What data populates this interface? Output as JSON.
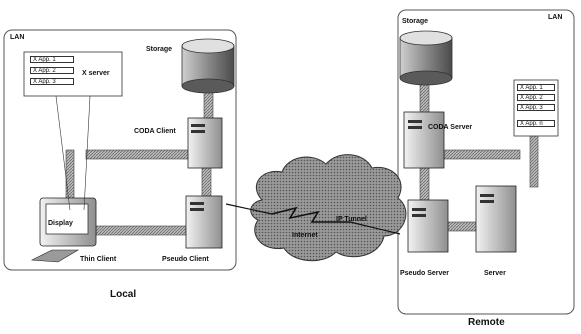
{
  "local": {
    "lan_label": "LAN",
    "caption": "Local",
    "storage_label": "Storage",
    "coda_client_label": "CODA Client",
    "x_server_label": "X server",
    "display_label": "Display",
    "thin_client_label": "Thin Client",
    "pseudo_client_label": "Pseudo Client",
    "apps": [
      "X App. 1",
      "X App. 2",
      "X App. 3"
    ]
  },
  "remote": {
    "lan_label": "LAN",
    "caption": "Remote",
    "storage_label": "Storage",
    "coda_server_label": "CODA Server",
    "pseudo_server_label": "Pseudo Server",
    "server_label": "Server",
    "apps": [
      "X App. 1",
      "X App. 2",
      "X App. 3",
      "X App. n"
    ]
  },
  "network": {
    "internet_label": "Internet",
    "ip_tunnel_label": "IP Tunnel"
  }
}
